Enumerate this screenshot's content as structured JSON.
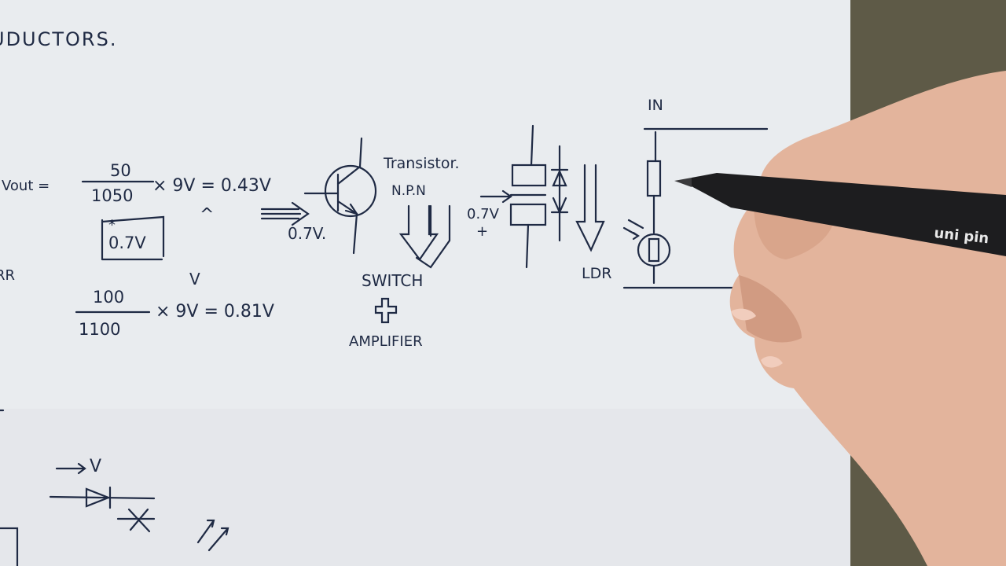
{
  "photo": {
    "colors": {
      "paper": "#e9ecef",
      "paper_shade": "#dfe3e8",
      "ink": "#1f2a44",
      "background_surface": "#6f6a55",
      "skin": "#e8b9a2",
      "pen_body": "#1d1d1f"
    },
    "notes": {
      "heading": "UDUCTORS.",
      "vout_label": "Vout =",
      "fraction1_num": "50",
      "fraction1_den": "1050",
      "eq1_tail": "× 9V = 0.43V",
      "boxed_value": "0.7V",
      "star": "*",
      "caret_up": "^",
      "caret_down": "V",
      "rr_label": "RR",
      "fraction2_num": "100",
      "fraction2_den": "1100",
      "eq2_tail": "× 9V = 0.81V",
      "arrow_value": "0.7V.",
      "transistor_label": "Transistor.",
      "npn_label": "N.P.N",
      "switch_label": "SWITCH",
      "amplifier_label": "AMPLIFIER",
      "thyristor_value": "0.7V",
      "plus_sign": "+",
      "ldr_label": "LDR",
      "in_label": "IN",
      "small_v": "V"
    },
    "pen_brand": "uni pin"
  }
}
